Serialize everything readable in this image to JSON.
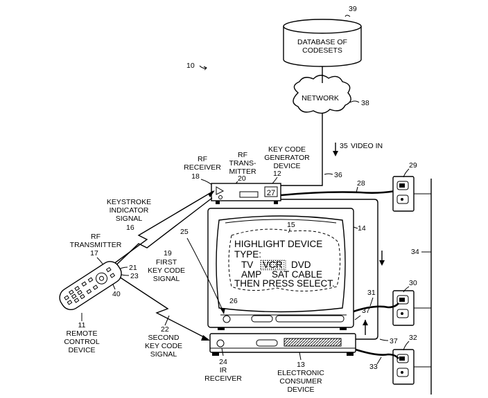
{
  "labels": {
    "db_ref": "39",
    "db_line1": "DATABASE OF",
    "db_line2": "CODESETS",
    "system_ref": "10",
    "network": "NETWORK",
    "network_ref": "38",
    "video_in_ref": "35",
    "video_in": "VIDEO IN",
    "rf_receiver_1": "RF",
    "rf_receiver_2": "RECEIVER",
    "rf_receiver_ref": "18",
    "rf_tx_box_1": "RF",
    "rf_tx_box_2": "TRANS-",
    "rf_tx_box_3": "MITTER",
    "rf_tx_box_ref": "20",
    "keygen_1": "KEY CODE",
    "keygen_2": "GENERATOR",
    "keygen_3": "DEVICE",
    "keygen_ref": "12",
    "box_display_ref": "27",
    "cable_36": "36",
    "cable_28": "28",
    "outlet_29": "29",
    "keystroke_1": "KEYSTROKE",
    "keystroke_2": "INDICATOR",
    "keystroke_3": "SIGNAL",
    "keystroke_ref": "16",
    "tv_ref": "14",
    "screen_region_ref": "15",
    "ref_25": "25",
    "remote_tx_1": "RF",
    "remote_tx_2": "TRANSMITTER",
    "remote_tx_ref": "17",
    "first_sig_ref": "19",
    "first_sig_1": "FIRST",
    "first_sig_2": "KEY CODE",
    "first_sig_3": "SIGNAL",
    "ref_21": "21",
    "ref_23": "23",
    "ref_40": "40",
    "tv_ir_ref": "26",
    "power_line_ref": "34",
    "outlet_30": "30",
    "cable_31": "31",
    "cable_37a": "37",
    "cable_37b": "37",
    "outlet_32": "32",
    "cable_33": "33",
    "remote_ref": "11",
    "remote_1": "REMOTE",
    "remote_2": "CONTROL",
    "remote_3": "DEVICE",
    "second_sig_ref": "22",
    "second_sig_1": "SECOND",
    "second_sig_2": "KEY CODE",
    "second_sig_3": "SIGNAL",
    "ir_recv_ref": "24",
    "ir_recv_1": "IR",
    "ir_recv_2": "RECEIVER",
    "ecd_ref": "13",
    "ecd_1": "ELECTRONIC",
    "ecd_2": "CONSUMER",
    "ecd_3": "DEVICE"
  },
  "screen": {
    "line1": "HIGHLIGHT DEVICE",
    "line2": "TYPE:",
    "tv": "TV",
    "vcr": "VCR",
    "dvd": "DVD",
    "amp": "AMP",
    "sat_cable": "SAT CABLE",
    "line5": "THEN PRESS SELECT."
  }
}
